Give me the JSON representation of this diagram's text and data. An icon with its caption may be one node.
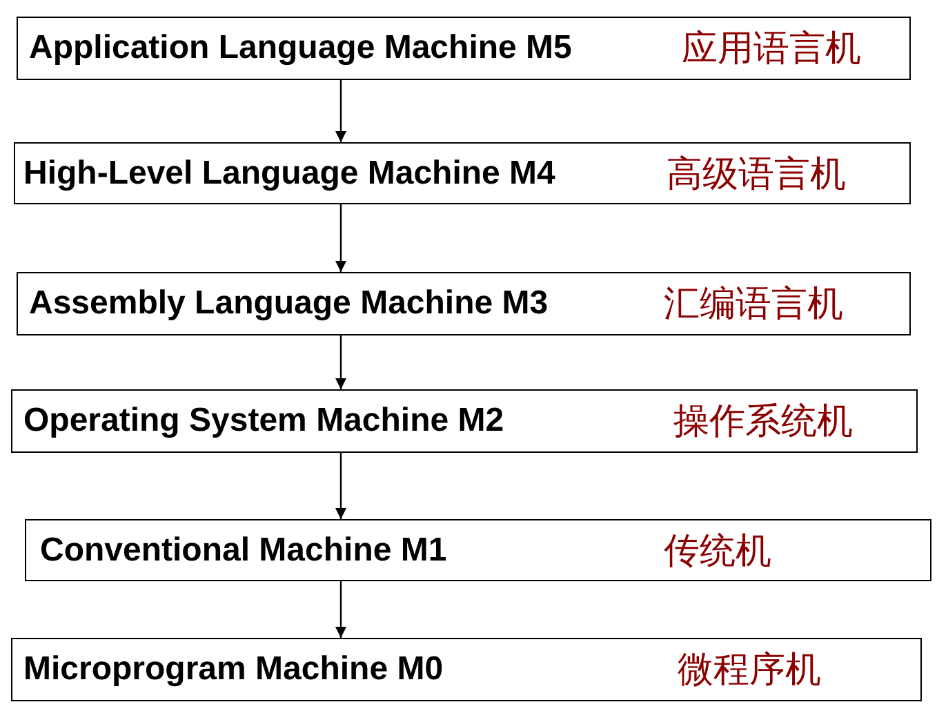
{
  "diagram": {
    "nodes": [
      {
        "text": [
          "Application Language Machine M5",
          "应用语言机"
        ]
      },
      {
        "text": [
          "High-Level Language Machine M4",
          "高级语言机"
        ]
      },
      {
        "text": [
          "Assembly Language Machine M3",
          "汇编语言机"
        ]
      },
      {
        "text": [
          "Operating System Machine M2",
          "操作系统机"
        ]
      },
      {
        "text": [
          "Conventional Machine M1",
          "传统机"
        ]
      },
      {
        "text": [
          "Microprogram Machine M0",
          "微程序机"
        ]
      }
    ],
    "edges": [
      {
        "from": 0,
        "to": 1,
        "arrow": "to"
      },
      {
        "from": 1,
        "to": 2,
        "arrow": "to"
      },
      {
        "from": 2,
        "to": 3,
        "arrow": "to"
      },
      {
        "from": 3,
        "to": 4,
        "arrow": "to"
      },
      {
        "from": 4,
        "to": 5,
        "arrow": "to"
      }
    ]
  }
}
